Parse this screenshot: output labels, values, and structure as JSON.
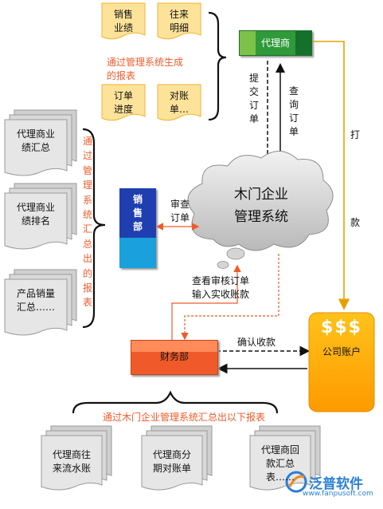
{
  "top_reports": [
    {
      "text": "销售\n业绩"
    },
    {
      "text": "往来\n明细"
    },
    {
      "text": "订单\n进度"
    },
    {
      "text": "对账\n单…"
    }
  ],
  "top_reports_caption": "通过管理系统生成\n的报表",
  "agent_box": {
    "label": "代理商",
    "color": "#2f9a3a"
  },
  "submit_order": "提\n交\n订\n单",
  "query_order": "查\n询\n订\n单",
  "payment": {
    "top": "打",
    "bottom": "款"
  },
  "cloud": {
    "line1": "木门企业",
    "line2": "管理系统"
  },
  "left_reports": [
    {
      "text": "代理商业\n绩汇总"
    },
    {
      "text": "代理商业\n绩排名"
    },
    {
      "text": "产品销量\n汇总……"
    }
  ],
  "left_caption": "通过管理系统汇总出的报表",
  "sales_dept": {
    "label": "销售部",
    "top_color": "#1f3fb0",
    "bottom_color": "#1aa0dc"
  },
  "review_order": "审查\n订单",
  "view_review": "查看审核订单\n输入实收账款",
  "finance_dept": {
    "label": "财务部",
    "color": "#f05a2a"
  },
  "confirm_receipt": "确认收款",
  "company_account": {
    "symbol": "$$$",
    "label": "公司账户",
    "color": "#ffa500"
  },
  "bottom_caption": "通过木门企业管理系统汇总出以下报表",
  "bottom_reports": [
    {
      "text": "代理商往\n来流水账"
    },
    {
      "text": "代理商分\n期对账单"
    },
    {
      "text": "代理商回\n款汇总\n表……"
    }
  ],
  "logo": {
    "name": "泛普软件",
    "url": "www.fanpusoft.com"
  }
}
